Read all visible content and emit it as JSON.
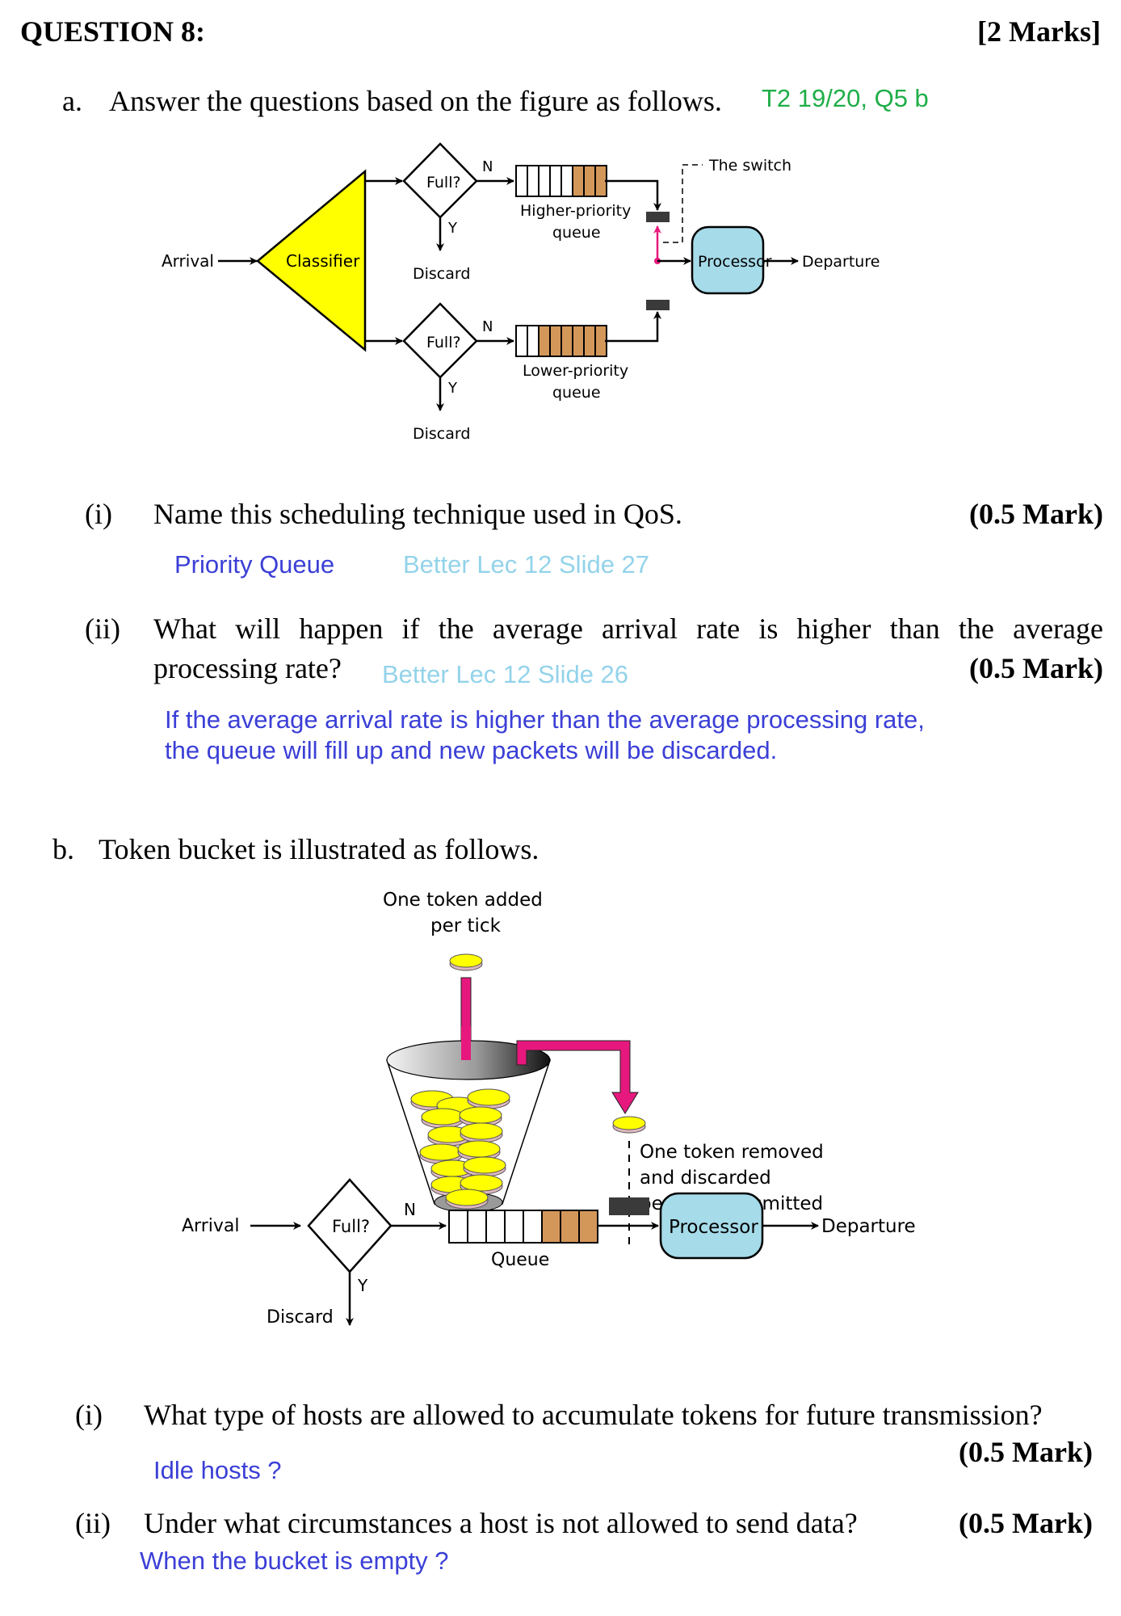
{
  "header": {
    "question_title": "QUESTION 8:",
    "total_marks": "[2 Marks]"
  },
  "part_a": {
    "label": "a.",
    "prompt": "Answer the questions based on the figure as follows.",
    "reference_note": "T2 19/20, Q5 b",
    "figure": {
      "arrival": "Arrival",
      "classifier": "Classifier",
      "full_top": "Full?",
      "full_bottom": "Full?",
      "n_top": "N",
      "n_bottom": "N",
      "y_top": "Y",
      "y_bottom": "Y",
      "discard_top": "Discard",
      "discard_bottom": "Discard",
      "higher_queue_line1": "Higher-priority",
      "higher_queue_line2": "queue",
      "lower_queue_line1": "Lower-priority",
      "lower_queue_line2": "queue",
      "higher_queue_filled": 3,
      "higher_queue_slots": 8,
      "lower_queue_filled": 6,
      "lower_queue_slots": 8,
      "switch": "The switch",
      "processor": "Processor",
      "departure": "Departure",
      "colors": {
        "classifier": "#ffff00",
        "packet": "#d4975a",
        "processor": "#a6dbe9",
        "switch_arrow": "#e6187d",
        "switch_bar": "#3a3a3a"
      }
    },
    "questions": [
      {
        "number": "(i)",
        "text": "Name this scheduling technique used in QoS.",
        "marks": "(0.5 Mark)",
        "answer": "Priority Queue",
        "reference": "Better Lec 12 Slide 27"
      },
      {
        "number": "(ii)",
        "text_line1": "What will happen if the average arrival rate is higher than the average",
        "text_line2": "processing rate?",
        "marks": "(0.5 Mark)",
        "reference": "Better Lec 12 Slide 26",
        "answer_line1": "If the average arrival rate is higher than the average processing rate,",
        "answer_line2": "the queue will fill up and new packets will be discarded."
      }
    ]
  },
  "part_b": {
    "label": "b.",
    "prompt": "Token bucket is illustrated as follows.",
    "figure": {
      "token_added_line1": "One token added",
      "token_added_line2": "per tick",
      "token_removed_line1": "One token removed",
      "token_removed_line2": "and discarded",
      "token_removed_line3": "per cell transmitted",
      "arrival": "Arrival",
      "full": "Full?",
      "n": "N",
      "y": "Y",
      "discard": "Discard",
      "queue": "Queue",
      "queue_filled": 3,
      "queue_slots": 8,
      "processor": "Processor",
      "departure": "Departure",
      "colors": {
        "token": "#ffff00",
        "token_edge": "#e0b8c0",
        "arrow": "#e6187d",
        "packet": "#d4975a",
        "processor": "#a6dbe9"
      }
    },
    "questions": [
      {
        "number": "(i)",
        "text": "What type of hosts are allowed to accumulate tokens for future transmission?",
        "marks": "(0.5 Mark)",
        "answer": "Idle hosts ?"
      },
      {
        "number": "(ii)",
        "text": "Under what circumstances a host is not allowed to send data?",
        "marks": "(0.5 Mark)",
        "answer": "When the bucket is empty ?"
      }
    ]
  }
}
